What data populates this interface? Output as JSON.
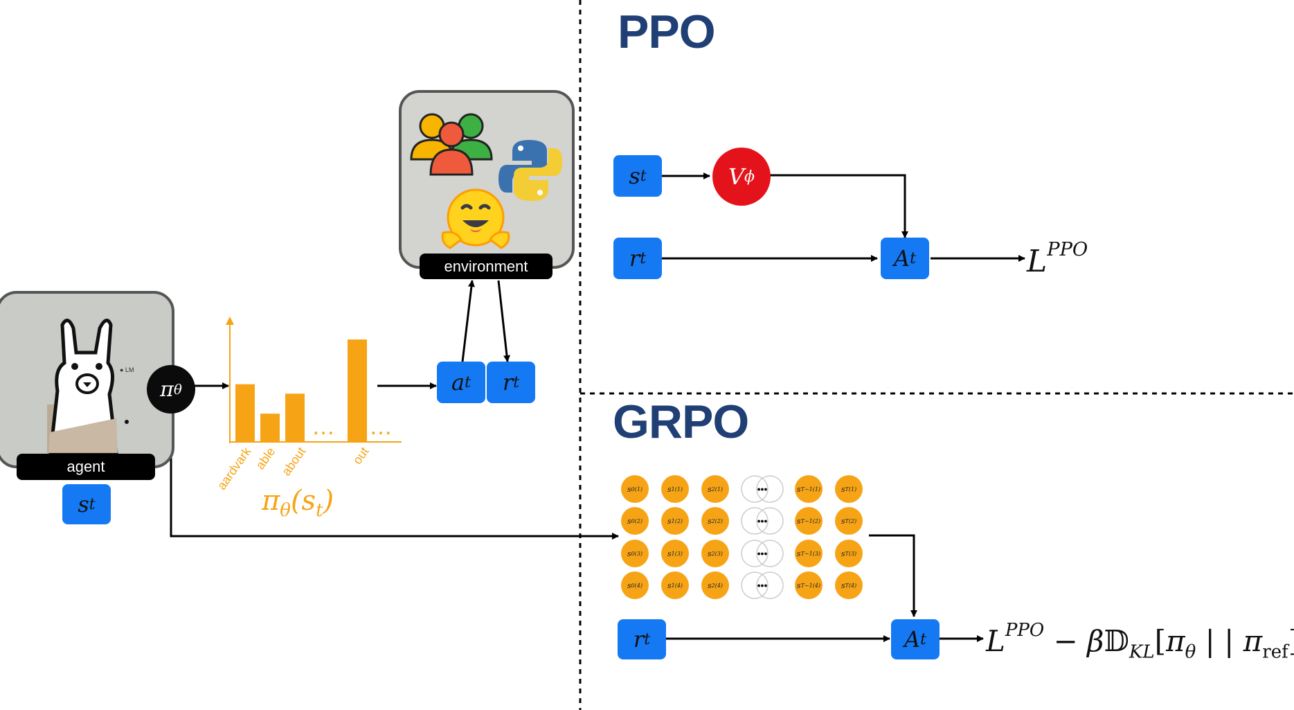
{
  "titles": {
    "ppo": "PPO",
    "grpo": "GRPO"
  },
  "labels": {
    "agent": "agent",
    "environment": "environment"
  },
  "symbols": {
    "pi": "π",
    "theta": "θ",
    "s": "s",
    "t": "t",
    "a": "a",
    "r": "r",
    "A": "A",
    "V": "V",
    "phi": "ϕ",
    "L": "L",
    "ppo_sup": "PPO"
  },
  "kl_term": {
    "minus_beta": " − β",
    "D": "𝔻",
    "KL": "KL",
    "open": "[",
    "pi": "π",
    "theta": "θ",
    "sep": " | | ",
    "pi2": "π",
    "ref": "ref",
    "close": "]"
  },
  "policy_dist": {
    "label_pi": "π",
    "label_theta": "θ",
    "label_arg": "(s",
    "label_t": "t",
    "label_close": ")",
    "ellipsis": "…",
    "bar_values": [
      0.49,
      0.24,
      0.41,
      0.87
    ],
    "ticks": [
      "aardvark",
      "able",
      "about",
      "out"
    ]
  },
  "grpo_grid": {
    "rows": [
      "(1)",
      "(2)",
      "(3)",
      "(4)"
    ],
    "cols": [
      "0",
      "1",
      "2",
      "T−1",
      "T"
    ],
    "ellipsis": "•••"
  },
  "colors": {
    "blue": "#1479f2",
    "orange": "#f6a416",
    "red": "#e4131b",
    "navy": "#1f3f75"
  },
  "icons": [
    "llama-icon",
    "people-icon",
    "python-icon",
    "hugging-face-icon"
  ]
}
